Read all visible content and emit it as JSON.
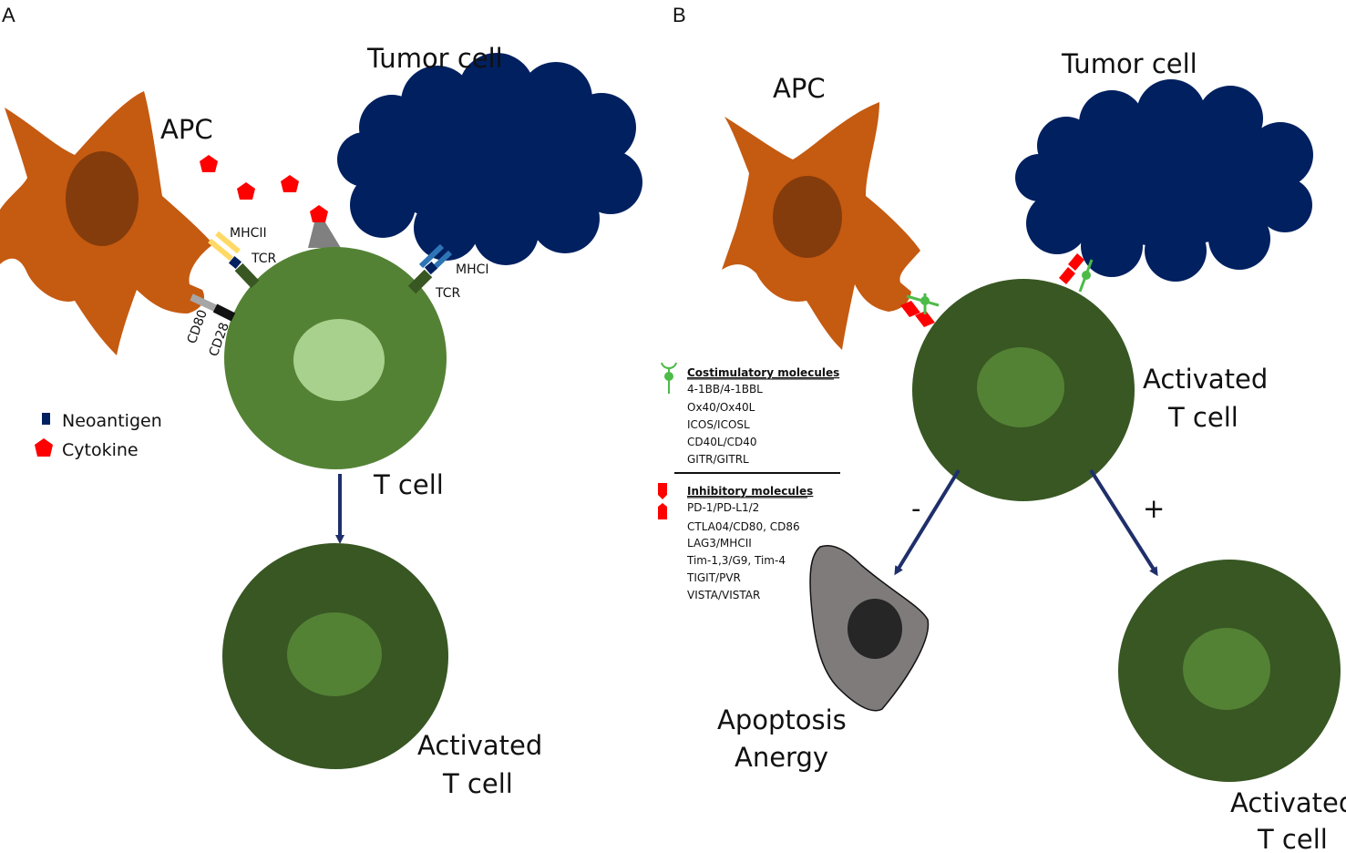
{
  "panel_a": {
    "letter": "A",
    "apc_label": "APC",
    "tumor_label": "Tumor cell",
    "t_cell_label": "T cell",
    "activated_label_1": "Activated",
    "activated_label_2": "T cell",
    "receptors": {
      "mhcii": "MHCII",
      "tcr_1": "TCR",
      "mhci": "MHCI",
      "tcr_2": "TCR",
      "cd80": "CD80",
      "cd28": "CD28"
    },
    "legend": {
      "neoantigen": "Neoantigen",
      "cytokine": "Cytokine"
    }
  },
  "panel_b": {
    "letter": "B",
    "apc_label": "APC",
    "tumor_label": "Tumor cell",
    "activated_center_1": "Activated",
    "activated_center_2": "T cell",
    "minus": "-",
    "plus": "+",
    "apoptosis_1": "Apoptosis",
    "apoptosis_2": "Anergy",
    "activated_right_1": "Activated",
    "activated_right_2": "T cell",
    "costim": {
      "heading": "Costimulatory molecules",
      "items": [
        "4-1BB/4-1BBL",
        "Ox40/Ox40L",
        "ICOS/ICOSL",
        "CD40L/CD40",
        "GITR/GITRL"
      ]
    },
    "inhib": {
      "heading": "Inhibitory molecules",
      "items": [
        "PD-1/PD-L1/2",
        "CTLA04/CD80, CD86",
        "LAG3/MHCII",
        "Tim-1,3/G9, Tim-4",
        "TIGIT/PVR",
        "VISTA/VISTAR"
      ]
    }
  },
  "colors": {
    "apc": "#C55A11",
    "apc_nucleus": "#843C0C",
    "tumor": "#002060",
    "t_cell": "#548235",
    "t_cell_nucleus": "#A9D18E",
    "activated": "#385723",
    "activated_nucleus": "#548235",
    "arrow": "#1F2F6B",
    "cytokine": "#FF0000",
    "costim": "#4CBB47",
    "apoptotic_cell": "#7F7B7B"
  }
}
